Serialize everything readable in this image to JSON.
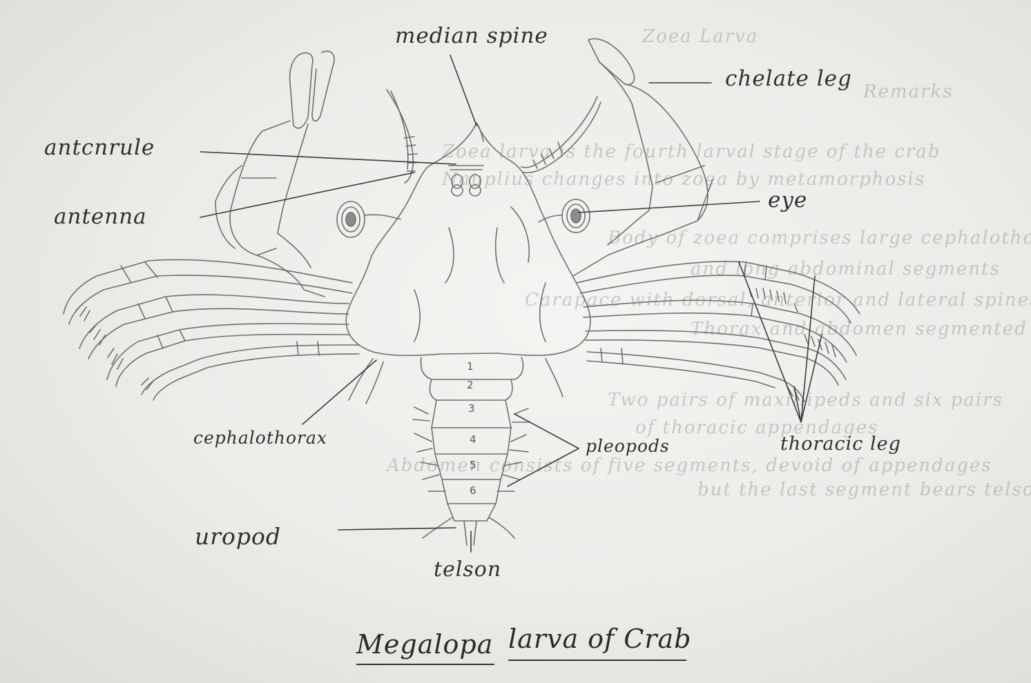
{
  "labels": {
    "median_spine": "median spine",
    "chelate_leg": "chelate leg",
    "antennule": "antcnrule",
    "antenna": "antenna",
    "eye": "eye",
    "cephalothorax": "cephalothorax",
    "pleopods": "pleopods",
    "thoracic_leg": "thoracic leg",
    "uropod": "uropod",
    "telson": "telson"
  },
  "segment_numbers": [
    "1",
    "2",
    "3",
    "4",
    "5",
    "6"
  ],
  "title": {
    "part1": "Megalopa",
    "part2": "larva of Crab"
  },
  "bleed_through_text": [
    "Zoea Larva",
    "Remarks",
    "Zoea larva is the fourth larval stage of the crab",
    "Nauplius changes into zoea by metamorphosis",
    "Body of zoea comprises large cephalothorax",
    "and long abdominal segments",
    "Carapace with dorsal, anterior and lateral spines",
    "Thorax and abdomen segmented",
    "Two pairs of maxillipeds and six pairs",
    "of thoracic appendages",
    "Abdomen consists of five segments, devoid of appendages",
    "but the last segment bears telson"
  ]
}
